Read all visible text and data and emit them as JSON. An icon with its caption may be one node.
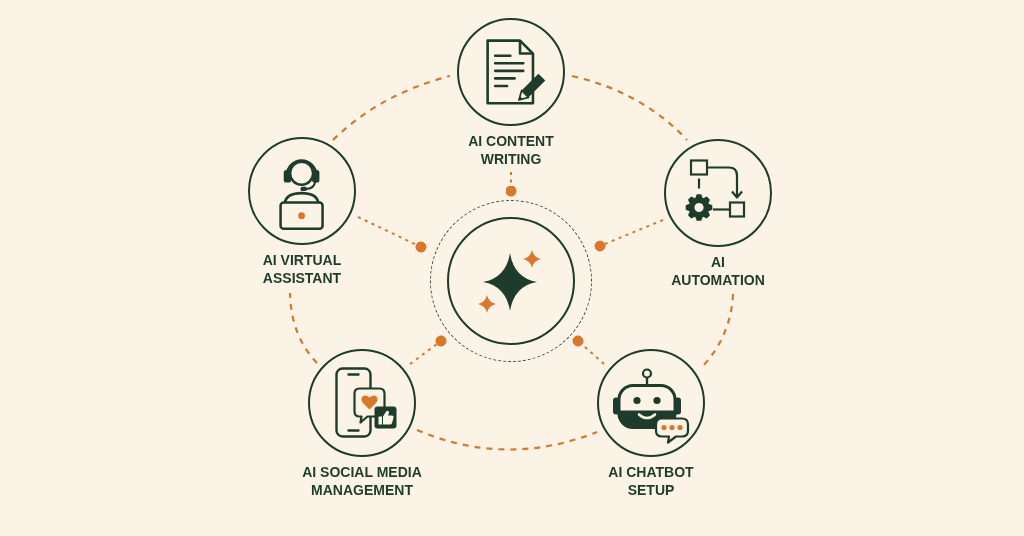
{
  "diagram": {
    "nodes": [
      {
        "text": [
          "AI CONTENT WRITING"
        ]
      },
      {
        "text": [
          "AI VIRTUAL ASSISTANT"
        ]
      },
      {
        "text": [],
        "shape": "circle"
      },
      {
        "text": [
          "AI AUTOMATION"
        ]
      },
      {
        "text": [
          "AI SOCIAL MEDIA MANAGEMENT"
        ]
      },
      {
        "text": [
          "AI CHATBOT SETUP"
        ]
      }
    ],
    "edges": [
      {
        "from": 0,
        "to": 2,
        "arrow": "other",
        "style": "dashed"
      },
      {
        "from": 1,
        "to": 2,
        "arrow": "other",
        "style": "dashed"
      },
      {
        "from": 3,
        "to": 2,
        "arrow": "other",
        "style": "dashed"
      },
      {
        "from": 4,
        "to": 2,
        "arrow": "other",
        "style": "dashed"
      },
      {
        "from": 5,
        "to": 2,
        "arrow": "other",
        "style": "dashed"
      },
      {
        "from": 1,
        "to": 0,
        "arrow": "none",
        "style": "dashed"
      },
      {
        "from": 0,
        "to": 3,
        "arrow": "none",
        "style": "dashed"
      },
      {
        "from": 3,
        "to": 5,
        "arrow": "none",
        "style": "dashed"
      },
      {
        "from": 4,
        "to": 5,
        "arrow": "none",
        "style": "dashed"
      },
      {
        "from": 4,
        "to": 1,
        "arrow": "none",
        "style": "dashed"
      }
    ]
  }
}
